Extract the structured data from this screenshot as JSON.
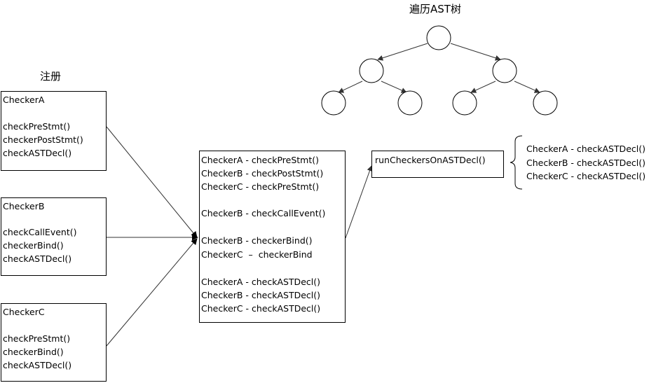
{
  "tree_title": "遍历AST树",
  "register_title": "注册",
  "checker_a": {
    "name": "CheckerA",
    "methods": [
      "checkPreStmt()",
      "checkerPostStmt()",
      "checkASTDecl()"
    ]
  },
  "checker_b": {
    "name": "CheckerB",
    "methods": [
      "checkCallEvent()",
      "checkerBind()",
      "checkASTDecl()"
    ]
  },
  "checker_c": {
    "name": "CheckerC",
    "methods": [
      "checkPreStmt()",
      "checkerBind()",
      "checkASTDecl()"
    ]
  },
  "registry": {
    "lines": [
      "CheckerA - checkPreStmt()",
      "CheckerB - checkPostStmt()",
      "CheckerC - checkPreStmt()",
      "CheckerB - checkCallEvent()",
      "CheckerB - checkerBind()",
      "CheckerC  –  checkerBind",
      "CheckerA - checkASTDecl()",
      "CheckerB - checkASTDecl()",
      "CheckerC - checkASTDecl()"
    ]
  },
  "run_checkers": "runCheckersOnASTDecl()",
  "decl_list": {
    "lines": [
      "CheckerA - checkASTDecl()",
      "CheckerB - checkASTDecl()",
      "CheckerC - checkASTDecl()"
    ]
  }
}
